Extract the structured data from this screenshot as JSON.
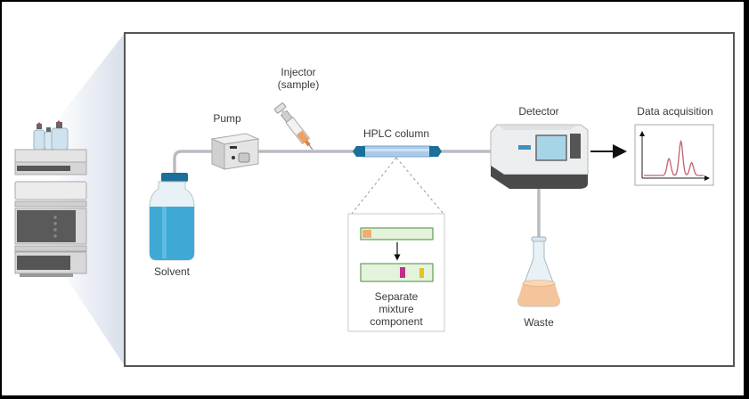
{
  "diagram": {
    "title": "HPLC workflow",
    "labels": {
      "injector_line1": "Injector",
      "injector_line2": "(sample)",
      "pump": "Pump",
      "hplc_column": "HPLC column",
      "detector": "Detector",
      "data_acquisition": "Data acquisition",
      "solvent": "Solvent",
      "separate_line1": "Separate",
      "separate_line2": "mixture",
      "separate_line3": "component",
      "waste": "Waste"
    },
    "flow": [
      "Solvent",
      "Pump",
      "Injector (sample)",
      "HPLC column",
      "Detector",
      "Data acquisition"
    ],
    "branches": [
      {
        "from": "HPLC column",
        "to": "Separate mixture component",
        "style": "dashed-zoom"
      },
      {
        "from": "Detector",
        "to": "Waste"
      }
    ],
    "colors": {
      "solvent_blue": "#3fa9d6",
      "cap_blue": "#1b6f9a",
      "column_body": "#a9cbe8",
      "sample_orange": "#f0a060",
      "waste_orange": "#f4c49a",
      "band_magenta": "#c0308a",
      "band_yellow": "#e8c020",
      "band_green_border": "#4a8a3a",
      "band_green_fill": "#e4f4dc",
      "chromatogram_red": "#c06070",
      "zoom_shade": "#dde3ee",
      "panel_border": "#555555"
    },
    "chromatogram_peaks": [
      {
        "position": "left",
        "relative_height": "medium"
      },
      {
        "position": "center",
        "relative_height": "high"
      },
      {
        "position": "right",
        "relative_height": "low"
      }
    ]
  }
}
